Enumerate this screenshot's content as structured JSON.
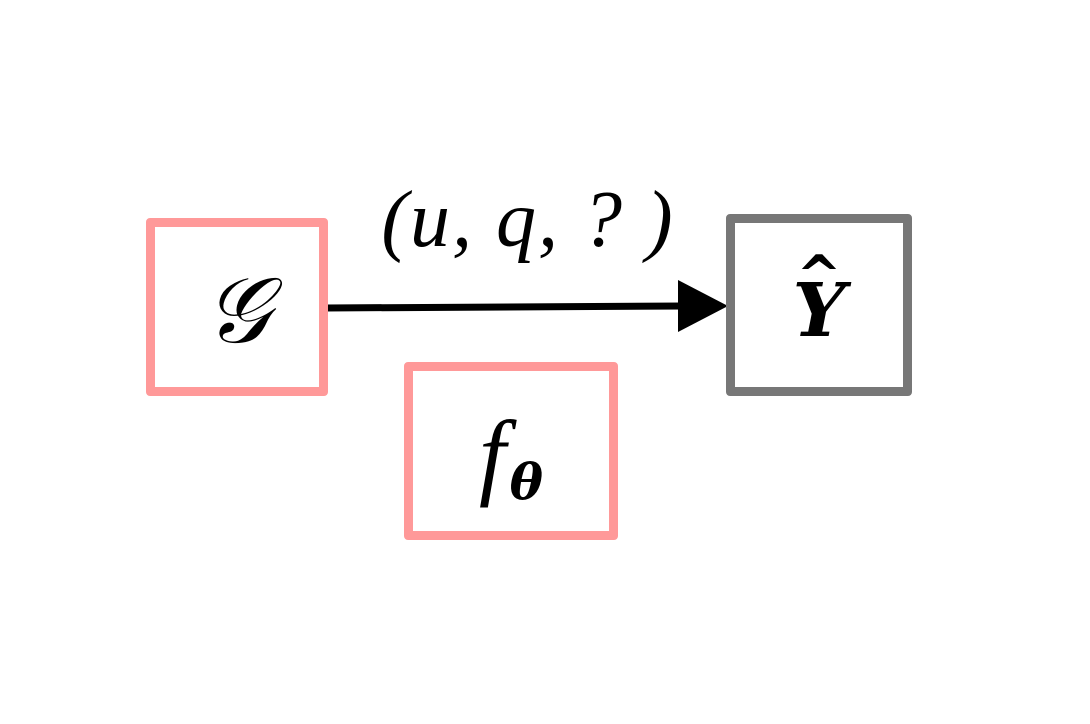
{
  "nodes": {
    "graph": {
      "label": "𝒢",
      "color": "#ff9999"
    },
    "model": {
      "label": "f",
      "subscript": "θ",
      "color": "#ff9999"
    },
    "output": {
      "label": "Y",
      "hat": "^",
      "color": "#777777"
    }
  },
  "edge": {
    "label": "(u, q, ? )",
    "color": "#000000"
  }
}
